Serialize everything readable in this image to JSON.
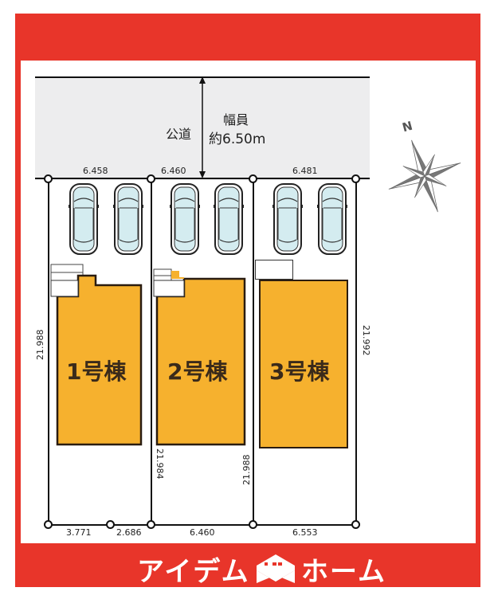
{
  "road": {
    "name": "公道",
    "width_label": "幅員",
    "width_value": "約6.50m"
  },
  "compass": {
    "north_label": "N"
  },
  "top_dimensions": [
    "6.458",
    "6.460",
    "6.481"
  ],
  "bottom_dimensions": [
    "3.771",
    "2.686",
    "6.460",
    "6.553"
  ],
  "side_dimensions": {
    "lot1_left": "21.988",
    "lot2_left": "21.984",
    "lot2_right": "21.988",
    "lot3_right": "21.992"
  },
  "buildings": [
    {
      "label": "1号棟"
    },
    {
      "label": "2号棟"
    },
    {
      "label": "3号棟"
    }
  ],
  "brand": {
    "left_text": "アイデム",
    "right_text": "ホーム"
  },
  "colors": {
    "frame_red": "#e8352a",
    "building_orange": "#f6b12e",
    "road_gray": "#ededee",
    "car_glass": "#d4ecf0"
  }
}
